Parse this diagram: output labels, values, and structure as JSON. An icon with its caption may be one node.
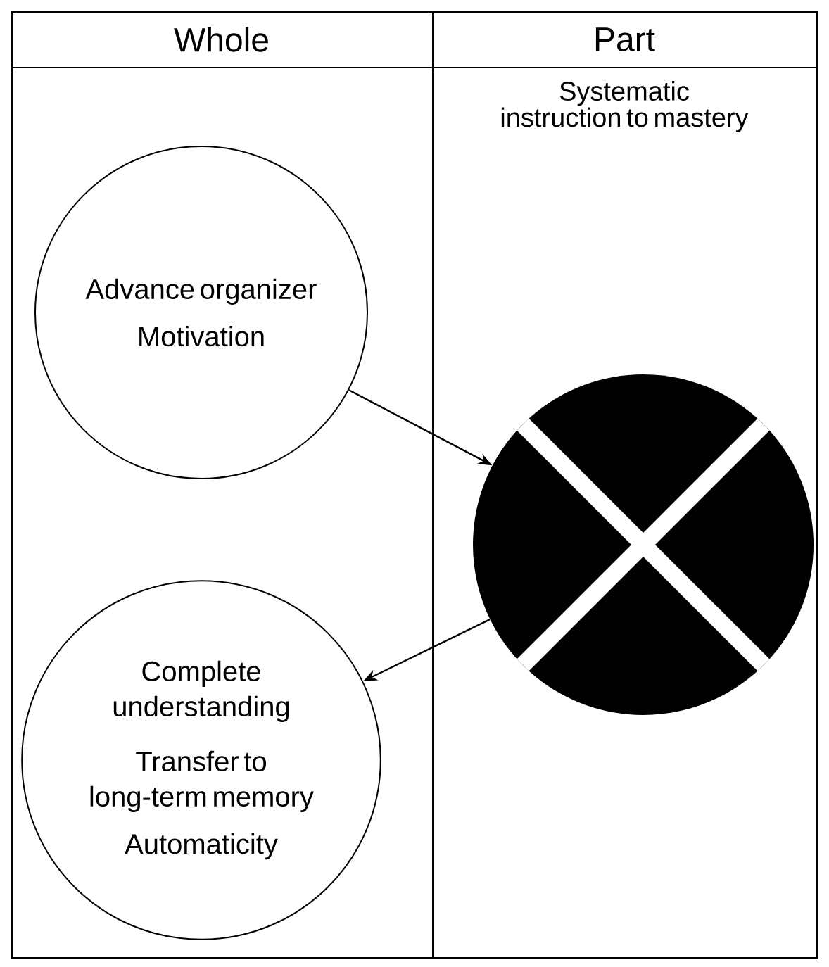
{
  "diagram": {
    "nodes": [
      {
        "text": [
          "Whole"
        ]
      },
      {
        "text": [
          "Part",
          "Systematic instruction to mastery"
        ]
      },
      {
        "text": [
          "Advance organizer",
          "Motivation"
        ],
        "in": 0
      },
      {
        "text": [],
        "shape": "circle",
        "in": 1
      },
      {
        "text": [
          "Complete understanding",
          "Transfer to long-term memory",
          "Automaticity"
        ],
        "in": 0
      }
    ],
    "edges": [
      {
        "from": 2,
        "to": 3,
        "arrow": "to"
      },
      {
        "from": 3,
        "to": 4,
        "arrow": "to"
      }
    ]
  }
}
